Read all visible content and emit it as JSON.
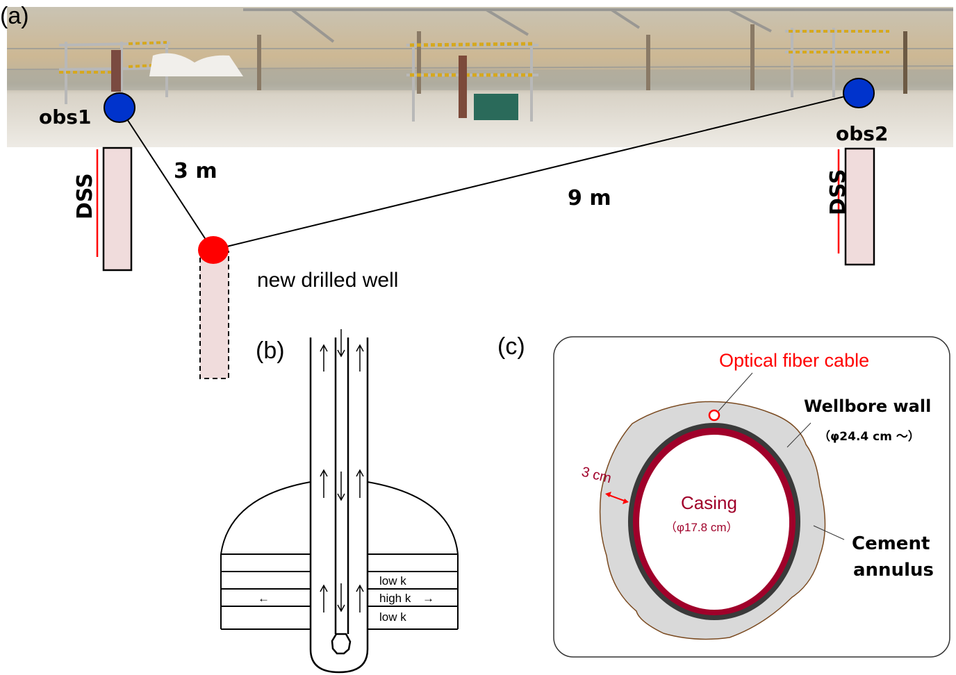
{
  "panels": {
    "a": {
      "label": "(a)",
      "photo_description": "field photo of well site with scaffolding, muddy ground, solar panels",
      "wells": [
        {
          "id": "obs1",
          "label": "obs1",
          "marker_color": "#0033cc",
          "sensor_label": "DSS",
          "sensor_color": "#ff0000"
        },
        {
          "id": "obs2",
          "label": "obs2",
          "marker_color": "#0033cc",
          "sensor_label": "DSS",
          "sensor_color": "#ff0000"
        },
        {
          "id": "new",
          "label": "new drilled well",
          "marker_color": "#ff0000"
        }
      ],
      "distances": [
        {
          "from": "obs1",
          "to": "new",
          "label": "3 m"
        },
        {
          "from": "obs2",
          "to": "new",
          "label": "9 m"
        }
      ],
      "well_fill": "#f0dcdc"
    },
    "b": {
      "label": "(b)",
      "layers": [
        "low k",
        "high k",
        "low k"
      ],
      "high_k_arrow_right": "→",
      "high_k_arrow_left": "←"
    },
    "c": {
      "label": "(c)",
      "fiber_label": "Optical fiber cable",
      "wellbore_label": "Wellbore wall",
      "wellbore_size": "（φ24.4 cm ～）",
      "casing_label": "Casing",
      "casing_size": "（φ17.8 cm）",
      "cement_label_1": "Cement",
      "cement_label_2": "annulus",
      "gap_label": "3 cm",
      "colors": {
        "casing": "#a0002a",
        "dark_ring": "#3a3a3a",
        "cement": "#d9d9d9",
        "wall_edge": "#7a4a20",
        "fiber": "#ff0000"
      }
    }
  }
}
